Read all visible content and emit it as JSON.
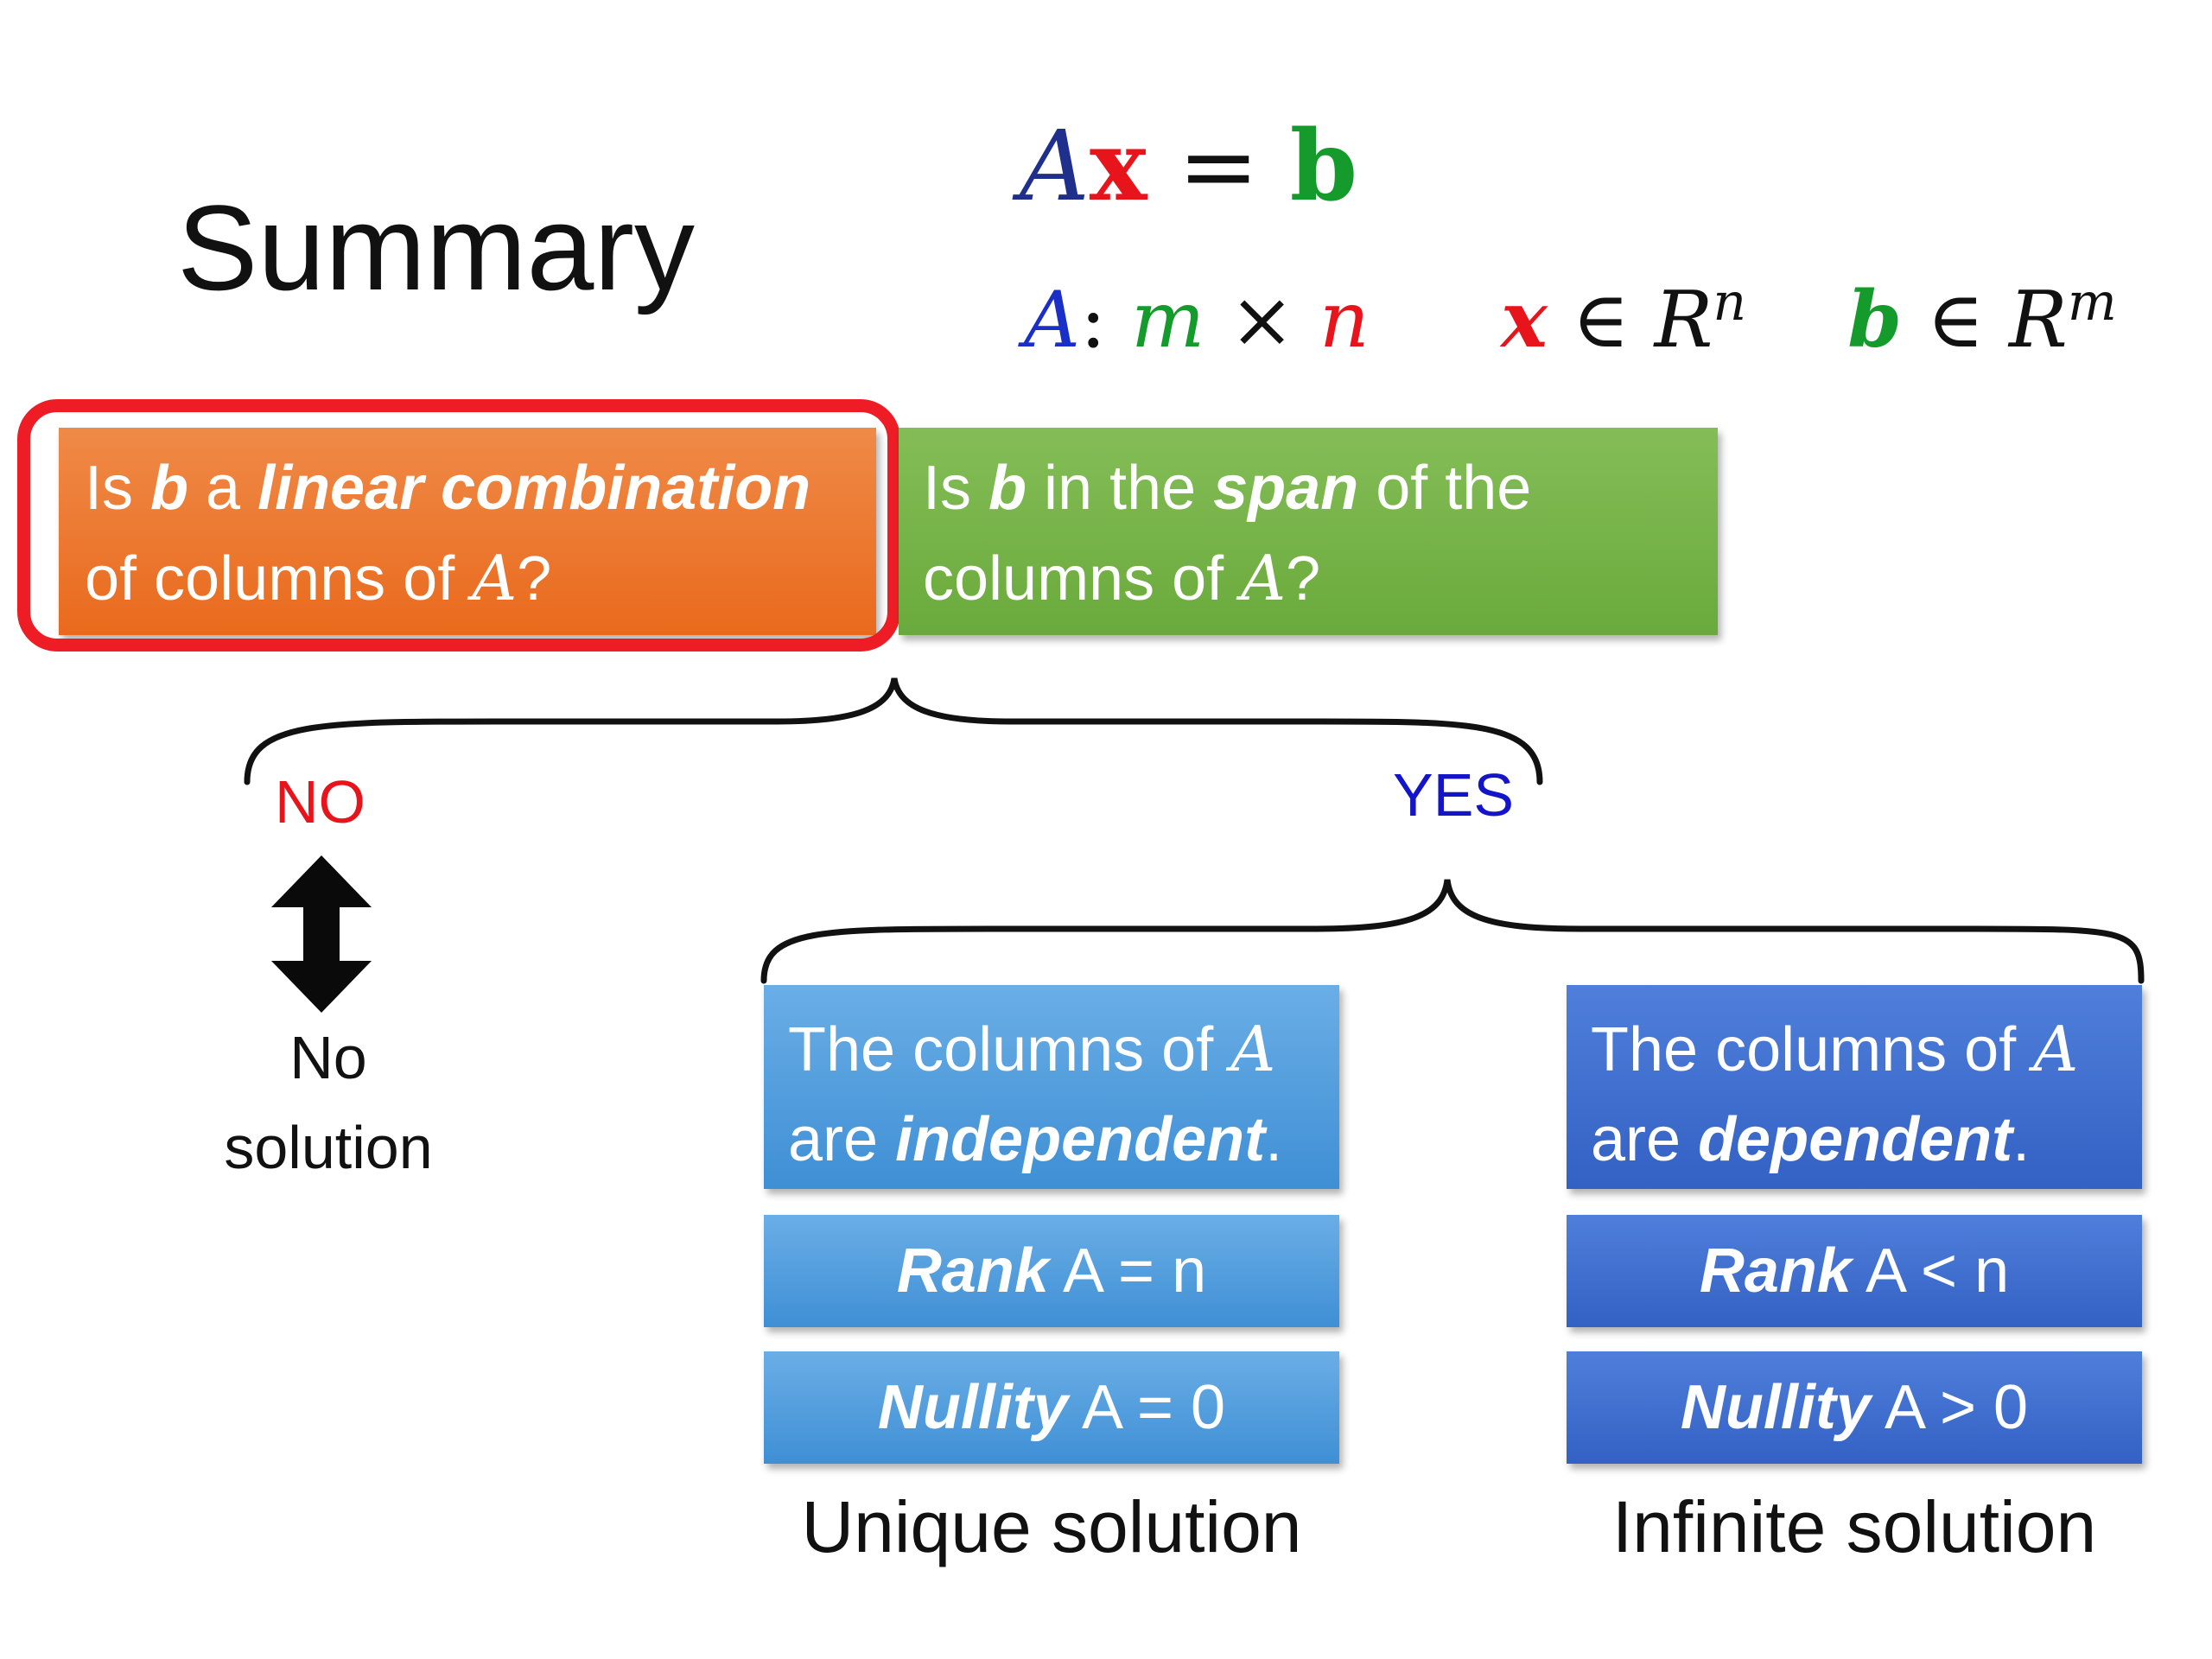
{
  "title": "Summary",
  "equation": {
    "A": "A",
    "x": "x",
    "eq": "=",
    "b": "b"
  },
  "dims": {
    "A": "A",
    "colon": ":",
    "m": "m",
    "times": "×",
    "n": "n",
    "x": "x",
    "in1": "∈",
    "R1": "R",
    "sup_n": "n",
    "b": "b",
    "in2": "∈",
    "R2": "R",
    "sup_m": "m"
  },
  "question_linear": {
    "p1": "Is ",
    "b": "b",
    "p2": " a ",
    "emph": "linear combination",
    "p3": "of columns of ",
    "A": "A",
    "q": "?"
  },
  "question_span": {
    "p1": "Is ",
    "b": "b",
    "p2": " in the ",
    "emph": "span",
    "p3": " of the",
    "p4": "columns of ",
    "A": "A",
    "q": "?"
  },
  "no_label": "NO",
  "yes_label": "YES",
  "no_solution": {
    "line1": "No",
    "line2": "solution"
  },
  "independent": {
    "p1": "The columns of ",
    "A": "A",
    "p2": "are ",
    "emph": "independent",
    "dot": "."
  },
  "dependent": {
    "p1": "The columns of ",
    "A": "A",
    "p2": "are ",
    "emph": "dependent",
    "dot": "."
  },
  "rank_ind": {
    "emph": "Rank",
    "rest": " A = n"
  },
  "rank_dep": {
    "emph": "Rank",
    "rest": " A < n"
  },
  "null_ind": {
    "emph": "Nullity",
    "rest": " A = 0"
  },
  "null_dep": {
    "emph": "Nullity",
    "rest": " A > 0"
  },
  "unique": "Unique solution",
  "infinite": "Infinite solution",
  "colors": {
    "red": "#e8141c",
    "green": "#159a2c",
    "blue": "#1a2ec8",
    "orange": "#e96a1d",
    "lime": "#6aaa3c",
    "light_blue": "#3f8fd5",
    "dark_blue": "#3361c4"
  }
}
